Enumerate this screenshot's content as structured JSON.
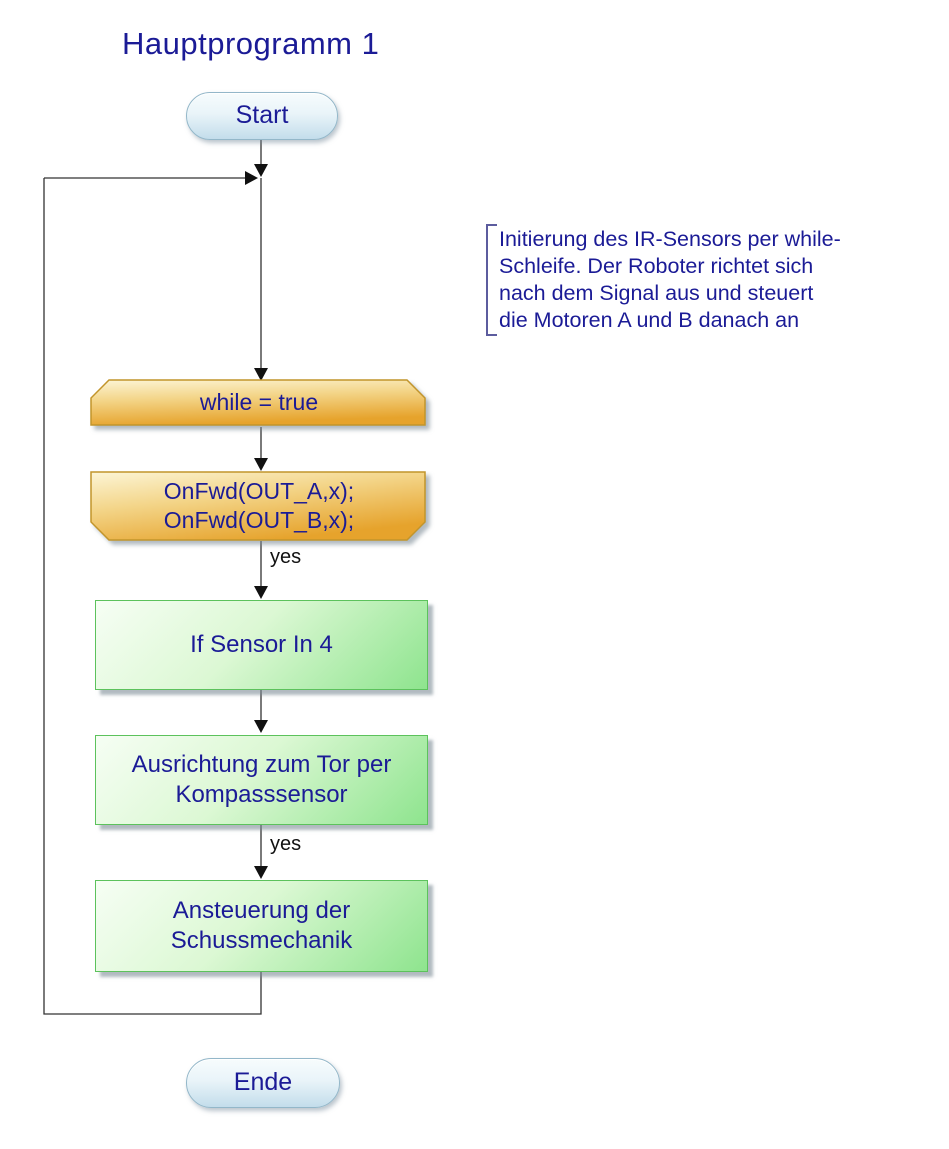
{
  "title": "Hauptprogramm 1",
  "nodes": {
    "start": {
      "type": "terminator",
      "label": "Start"
    },
    "while_loop": {
      "type": "loop-start",
      "label": "while = true"
    },
    "onfwd": {
      "type": "loop-end",
      "line1": "OnFwd(OUT_A,x);",
      "line2": "OnFwd(OUT_B,x);"
    },
    "if_sensor": {
      "type": "process",
      "label": "If Sensor In 4"
    },
    "ausrichtung": {
      "type": "process",
      "line1": "Ausrichtung zum Tor per",
      "line2": "Kompasssensor"
    },
    "ansteuerung": {
      "type": "process",
      "line1": "Ansteuerung der",
      "line2": "Schussmechanik"
    },
    "ende": {
      "type": "terminator",
      "label": "Ende"
    }
  },
  "edge_labels": {
    "yes1": "yes",
    "yes2": "yes"
  },
  "annotation": {
    "line1": "Initierung des IR-Sensors per while-",
    "line2": "Schleife. Der Roboter richtet sich",
    "line3": "nach dem Signal aus und steuert",
    "line4": "die Motoren A und B danach an"
  },
  "colors": {
    "text_navy": "#1b1b96",
    "edge_label_color": "#111111",
    "terminator_border": "#93b7c9",
    "terminator_fill_top": "#f7fcfd",
    "terminator_fill_bottom": "#c3ddeb",
    "loop_fill_light": "#fbf2cf",
    "loop_fill_dark": "#e6a32c",
    "loop_border": "#c2952b",
    "process_border": "#5cc25c",
    "process_fill_light": "#f6fef4",
    "process_fill_dark": "#8ee48e",
    "connector_color": "#333333",
    "bracket_color": "#5c5c9e"
  }
}
